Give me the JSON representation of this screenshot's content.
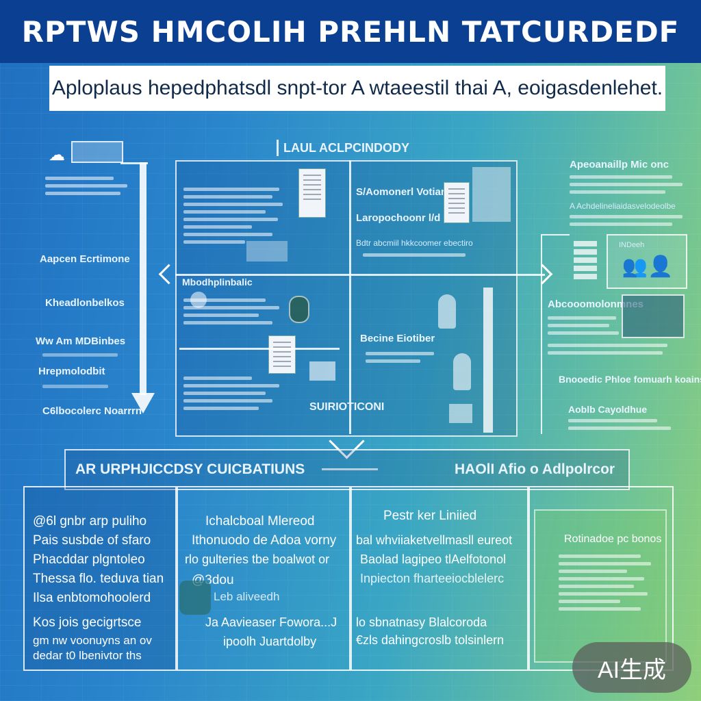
{
  "header": {
    "title": "RPTWS HMCOLIH PREHLN TATCURDEDF",
    "subtitle": "Aploplaus hepedphatsdl snpt-tor A wtaeestil thai A, eoigasdenlehet."
  },
  "top_diagram": {
    "center_label": "LAUL ACLPCINDODY",
    "bottom_center_label": "SUIRIOTICONI",
    "left_column": {
      "label1": "Aapcen Ecrtimone",
      "label2": "Kheadlonbelkos",
      "label3": "Ww Am MDBinbes",
      "label4": "Hrepmolodbit",
      "label5": "C6lbocolerc Noarrrn"
    },
    "upper_right_cell": {
      "title": "S/Aomonerl Votianhe",
      "line1": "Laropochoonr l/d",
      "line2": "Bdtr abcmiil hkkcoomer ebectiro"
    },
    "lower_left_cell": {
      "title": "Mbodhplinbalic"
    },
    "lower_right_cell": {
      "title": "Becine Eiotiber"
    },
    "right_column": {
      "title1": "Apeoanaillp Mic onc",
      "title2": "A Achdelineliaidasvelodeolbe",
      "title3": "Abcooomolonmnes",
      "title4": "Bnooedic Phloe fomuarh koains",
      "title5": "Aoblb Cayoldhue"
    },
    "right_icon_box": {
      "label": "INDeeh"
    }
  },
  "bottom_section": {
    "left_title": "AR URPHJICCDSY CUICBATIUNS",
    "right_title": "HAOlI Afio  o  Adlpolrcor",
    "col1": {
      "rows": [
        "@6l gnbr arp puliho",
        "Pais susbde of sfaro",
        "Phacddar plgntoleo",
        "Thessa flo. teduva tian",
        "Ilsa enbtomohoolerd",
        "Kos jois gecigrtsce",
        "gm nw voonuyns an ov",
        "dedar t0 lbenivtor ths"
      ]
    },
    "col2": {
      "rows": [
        "Ichalcboal Mlereod",
        "Ithonuodo de Adoa vorny",
        "rlo gulteries tbe boalwot or",
        "@3dou",
        "Leb aliveedh",
        "Ja Aavieaser Fowora...J",
        "ipoolh Juartdolby"
      ]
    },
    "col3": {
      "rows": [
        "Pestr ker Liniied",
        "bal whviiaketvellmasll eureot",
        "Baolad lagipeo tlAelfotonol",
        "Inpiecton fharteeiocblelerc",
        "lo sbnatnasy Blalcoroda",
        "€zls dahingcroslb tolsinlern"
      ]
    },
    "col4": {
      "title": "Rotinadoe pc bonos"
    }
  },
  "badge": {
    "text": "AI生成"
  }
}
